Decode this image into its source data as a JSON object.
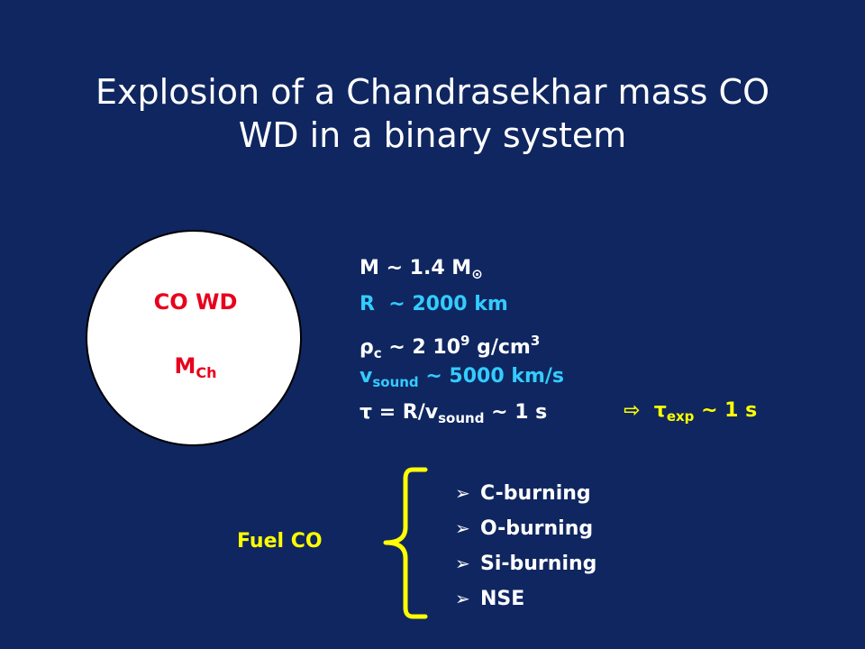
{
  "slide": {
    "title_line1": "Explosion of a Chandrasekhar mass CO",
    "title_line2": "WD in a binary system"
  },
  "white_dwarf": {
    "name": "CO WD",
    "mass_symbol": "M",
    "mass_subscript": "Ch"
  },
  "properties": {
    "mass": {
      "symbol": "M",
      "approx": "~ 1.4 M",
      "sun_symbol": "⊙"
    },
    "radius": {
      "symbol": "R",
      "approx": "~ 2000 km"
    },
    "density": {
      "symbol": "ρ",
      "subscript": "c",
      "approx": "~ 2 10",
      "exponent": "9",
      "unit": " g/cm",
      "unit_exponent": "3"
    },
    "sound_speed": {
      "symbol": "v",
      "subscript": "sound",
      "approx": "~ 5000 km/s"
    },
    "timescale": {
      "symbol": "τ",
      "eq": " = R/v",
      "subscript": "sound",
      "approx": "~ 1 s"
    }
  },
  "result": {
    "arrow": "⇨",
    "symbol": "τ",
    "subscript": "exp",
    "approx": "~ 1 s"
  },
  "fuel": {
    "label": "Fuel CO",
    "bullet": "➢",
    "stages": [
      "C-burning",
      "O-burning",
      "Si-burning",
      "NSE"
    ]
  },
  "colors": {
    "background": "#0f2660",
    "title": "#ffffff",
    "wd_text": "#e8001c",
    "highlight_cyan": "#33ccff",
    "highlight_yellow": "#ffff00"
  }
}
